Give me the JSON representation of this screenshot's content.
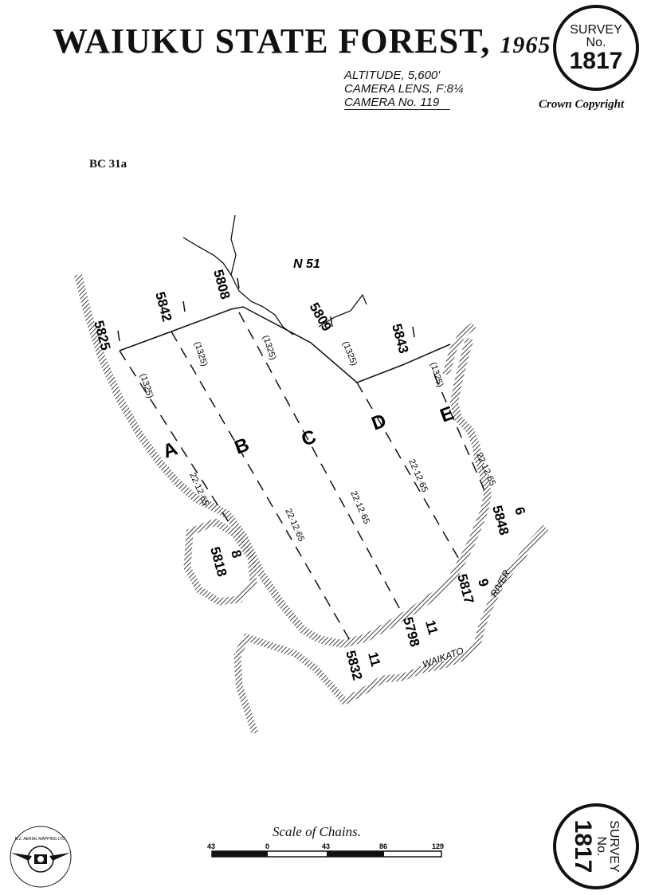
{
  "header": {
    "title": "WAIUKU STATE FOREST",
    "title_sep": ",",
    "year": "1965",
    "altitude": "ALTITUDE, 5,600'",
    "camera_lens": "CAMERA LENS, F:8¼",
    "camera_no": "CAMERA No. 119",
    "copyright": "Crown Copyright",
    "reference": "BC 31a"
  },
  "badge": {
    "word1": "SURVEY",
    "word2": "No.",
    "number": "1817"
  },
  "map": {
    "grid_ref": "N 51",
    "river_word1": "WAIKATO",
    "river_word2": "RIVER",
    "strips": [
      {
        "letter": "A",
        "date": "22·12·65",
        "focal": "(1325)",
        "start_photo": "5825",
        "end_photo": "5818",
        "end_count": "8"
      },
      {
        "letter": "B",
        "date": "22·12·65",
        "focal": "(1325)",
        "start_photo": "5842",
        "end_photo": "",
        "end_count": ""
      },
      {
        "letter": "C",
        "date": "22·12·65",
        "focal": "(1325)",
        "start_photo": "5808",
        "end_photo": "5832",
        "end_count": "11"
      },
      {
        "letter": "D",
        "date": "22·12·65",
        "focal": "(1325)",
        "start_photo": "5809",
        "end_photo": "5798",
        "end_count": "11"
      },
      {
        "letter": "E",
        "date": "22·12·65",
        "focal": "(1325)",
        "start_photo": "5843",
        "end_photo": "5817",
        "end_count": "9"
      }
    ],
    "extra_photo": "5848",
    "extra_count": "6"
  },
  "scale": {
    "title": "Scale of Chains.",
    "ticks": [
      "43",
      "0",
      "43",
      "86",
      "129"
    ]
  },
  "logo": {
    "text": "N.Z. AERIAL MAPPING LTD."
  },
  "colors": {
    "ink": "#111111",
    "paper": "#ffffff"
  }
}
